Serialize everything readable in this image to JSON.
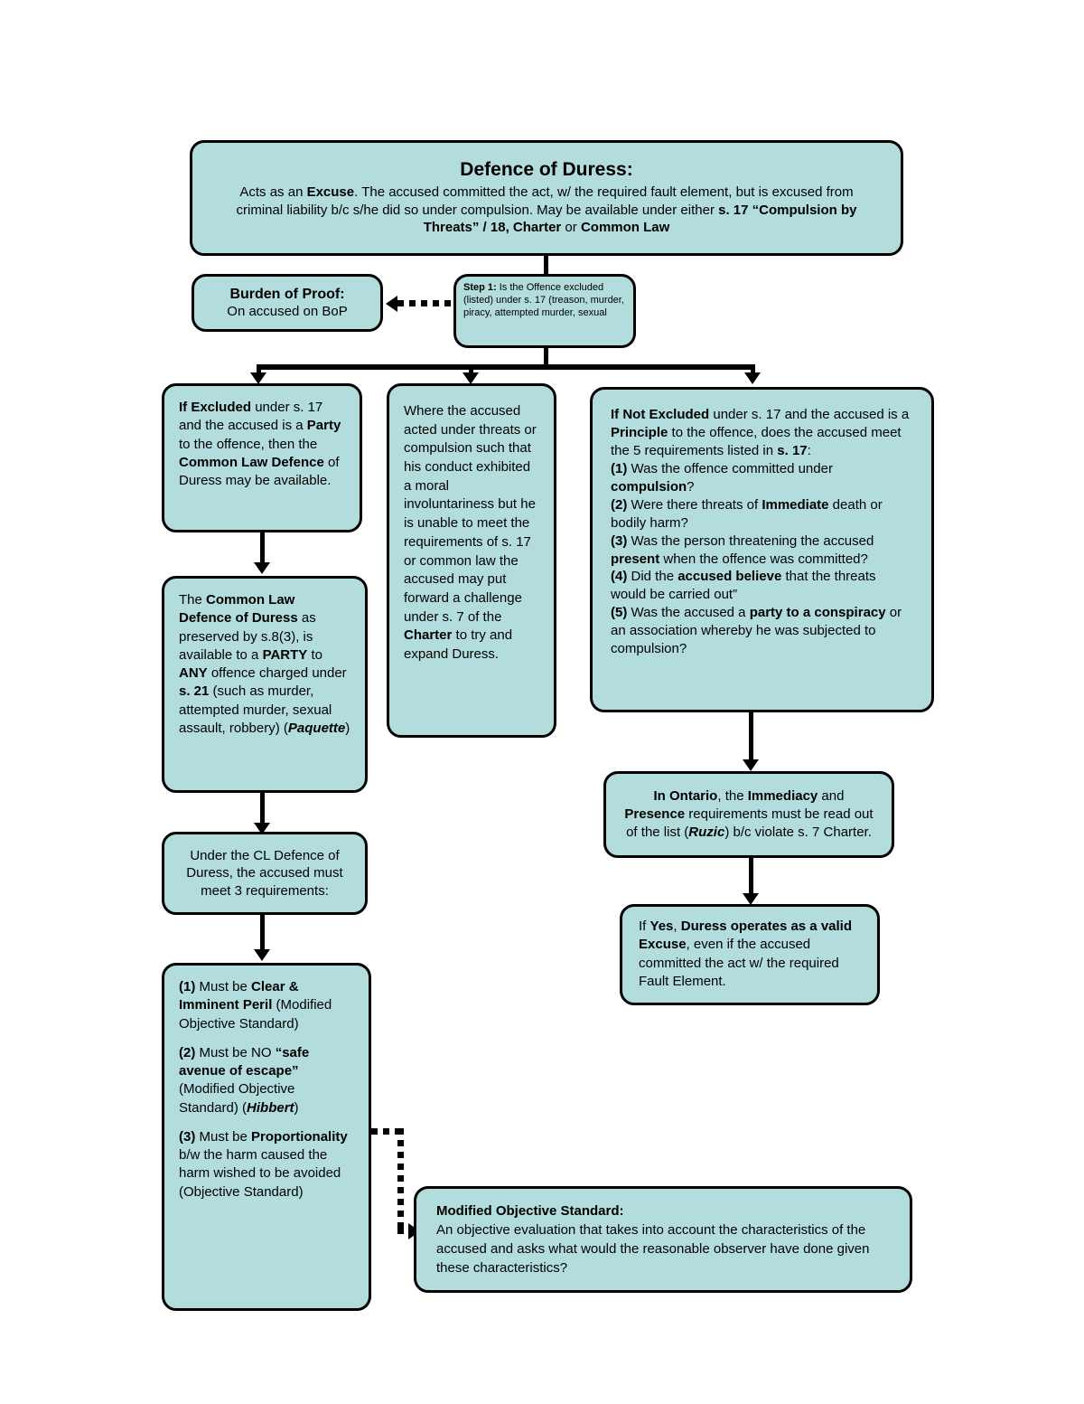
{
  "diagram": {
    "title": "Defence of Duress",
    "theme": {
      "node_fill": "#b3dddd",
      "node_border": "#000000",
      "page_background": "#ffffff",
      "text_color": "#000000"
    }
  },
  "nodes": {
    "header": {
      "title": "Defence of Duress:",
      "line1_a": "Acts as an ",
      "line1_b": "Excuse",
      "line1_c": ".  The accused committed the act, w/ the required fault element, but is excused from criminal liability b/c s/he did so under compulsion.  May be available under either ",
      "line1_d": "s. 17 “Compulsion by Threats” / 18, Charter",
      "line1_e": " or ",
      "line1_f": "Common Law"
    },
    "burden": {
      "title": "Burden of Proof:",
      "body": "On accused on BoP"
    },
    "step1": {
      "label": "Step 1:",
      "body": "  Is the Offence excluded (listed) under s.  17 (treason, murder, piracy, attempted murder, sexual"
    },
    "excluded": {
      "t1": "If Excluded",
      "t2": " under s. 17 and the accused is a ",
      "t3": "Party",
      "t4": " to the offence, then the ",
      "t5": "Common Law Defence",
      "t6": " of Duress may be available."
    },
    "common_law": {
      "t1": "The ",
      "t2": "Common Law Defence of Duress",
      "t3": " as preserved by s.8(3),  is available to a ",
      "t4": "PARTY",
      "t5": " to  ",
      "t6": "ANY",
      "t7": " offence charged under ",
      "t8": "s. 21",
      "t9": " (such as murder, attempted murder, sexual assault, robbery) (",
      "t10": "Paquette",
      "t11": ")"
    },
    "charter_challenge": {
      "t1": "Where the accused acted under threats or compulsion such that his conduct exhibited a moral involuntariness but he is unable to meet the requirements of s. 17 or common law the accused may put forward a challenge under s. 7 of the ",
      "t2": "Charter",
      "t3": " to try and expand Duress."
    },
    "not_excluded": {
      "intro_a": "If Not Excluded",
      "intro_b": " under s. 17 and the accused is a ",
      "intro_c": "Principle",
      "intro_d": " to the offence, does the accused meet  the 5 requirements listed in ",
      "intro_e": "s. 17",
      "intro_f": ":",
      "items": [
        {
          "num": "(1)",
          "a": " Was the offence committed under ",
          "b": "compulsion",
          "c": "?"
        },
        {
          "num": "(2)",
          "a": " Were there threats of ",
          "b": "Immediate",
          "c": " death or bodily harm?"
        },
        {
          "num": "(3)",
          "a": " Was the person threatening the accused ",
          "b": "present",
          "c": " when the offence was committed?"
        },
        {
          "num": "(4)",
          "a": " Did the ",
          "b": "accused believe",
          "c": " that the threats would be carried out”"
        },
        {
          "num": "(5)",
          "a": " Was the accused a ",
          "b": "party to a conspiracy",
          "c": " or an association whereby he was subjected to compulsion?"
        }
      ]
    },
    "ontario": {
      "t1": "In Ontario",
      "t2": ", the ",
      "t3": "Immediacy",
      "t4": " and ",
      "t5": "Presence",
      "t6": " requirements must be read out of the list (",
      "t7": "Ruzic",
      "t8": ") b/c violate s. 7 Charter."
    },
    "if_yes": {
      "t1": "If ",
      "t2": "Yes",
      "t3": ",  ",
      "t4": "Duress operates as a valid Excuse",
      "t5": ", even if the accused committed the act w/ the required Fault Element."
    },
    "cl_three_reqs": {
      "body": "Under the CL Defence of Duress, the accused must meet 3 requirements:"
    },
    "three_requirements": {
      "r1": {
        "num": "(1)",
        "a": " Must be ",
        "b": "Clear & Imminent Peril",
        "c": " (Modified Objective Standard)"
      },
      "r2": {
        "num": "(2)",
        "a": " Must be NO ",
        "b": "“safe avenue of escape”",
        "c": " (Modified Objective Standard) (",
        "d": "Hibbert",
        "e": ")"
      },
      "r3": {
        "num": "(3)",
        "a": " Must be ",
        "b": "Proportionality",
        "c": " b/w the harm caused the harm wished to be avoided (Objective Standard)"
      }
    },
    "mos": {
      "title": "Modified Objective Standard:",
      "body": "An objective evaluation that takes into account the characteristics of the accused and asks what would the reasonable observer have done given these characteristics?"
    }
  }
}
